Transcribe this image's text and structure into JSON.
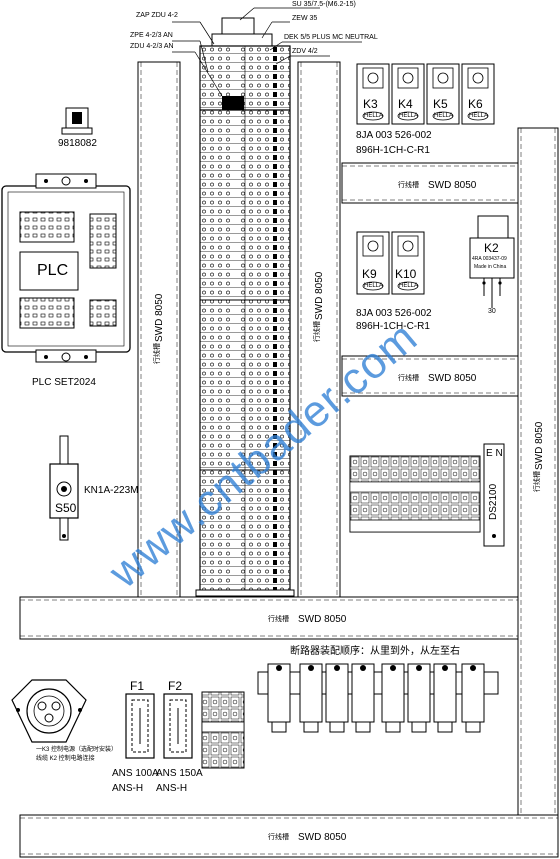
{
  "terminal_block": {
    "callouts": {
      "zap": "ZAP ZDU 4-2",
      "zpe": "ZPE 4-2/3 AN",
      "zdu": "ZDU 4-2/3 AN",
      "su": "SU 35/7.5-(M6.2-15)",
      "zew": "ZEW 35",
      "dek": "DEK 5/5 PLUS MC NEUTRAL",
      "zdv": "ZDV 4/2"
    }
  },
  "relays_top": {
    "items": [
      "K3",
      "K4",
      "K5",
      "K6"
    ],
    "brand": "HELLA",
    "part": "8JA 003 526-002",
    "model": "896H-1CH-C-R1"
  },
  "relays_mid": {
    "items": [
      "K9",
      "K10"
    ],
    "brand": "HELLA",
    "part": "8JA 003 526-002",
    "model": "896H-1CH-C-R1"
  },
  "relay_k2": {
    "name": "K2",
    "part": "4RA 003437-09",
    "origin": "Made in China",
    "pin": "30"
  },
  "switch_top": {
    "label": "9818082"
  },
  "plc": {
    "center_label": "PLC",
    "caption": "PLC SET2024"
  },
  "switch_s50": {
    "label": "S50",
    "model": "KN1A-223M"
  },
  "ducts": {
    "h1": {
      "cjk": "行线槽",
      "code": "SWD 8050"
    },
    "h2": {
      "cjk": "行线槽",
      "code": "SWD 8050"
    },
    "h3": {
      "cjk": "行线槽",
      "code": "SWD 8050"
    },
    "h4": {
      "cjk": "行线槽",
      "code": "SWD 8050"
    },
    "v1": {
      "cjk": "行线槽",
      "code": "SWD 8050"
    },
    "v2": {
      "cjk": "行线槽",
      "code": "SWD 8050"
    },
    "v3": {
      "cjk": "行线槽",
      "code": "SWD 8050"
    }
  },
  "breaker_row": {
    "note": "断路器装配顺序：从里到外，从左至右"
  },
  "fuses": {
    "f1": {
      "name": "F1",
      "rating": "ANS 100A",
      "type": "ANS-H"
    },
    "f2": {
      "name": "F2",
      "rating": "ANS 150A",
      "type": "ANS-H"
    }
  },
  "terminal_strip_lower": {
    "label": "DS2100",
    "cap": "E N"
  },
  "connector_note": "一K3 控制电源（选配时安装）",
  "connector_note2": "线缆 K2 控制电路连接",
  "watermark": "www.cntbader.com"
}
